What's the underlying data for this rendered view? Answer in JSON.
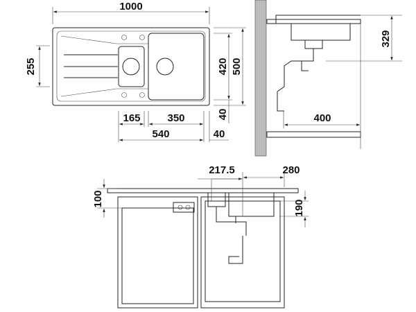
{
  "title": "Sink installation dimensions drawing",
  "top_view": {
    "overall_width": "1000",
    "drainer_bowl_height": "255",
    "bowl_depth": "420",
    "overall_depth": "500",
    "small_bowl_width": "165",
    "main_bowl_width": "350",
    "rear_margin": "40",
    "bowls_total_width": "540",
    "side_margin": "40"
  },
  "side_view": {
    "height_dim": "329",
    "wall_distance": "400"
  },
  "front_view": {
    "drain_offset": "217.5",
    "bowl_offset": "280",
    "countertop_offset": "100",
    "bowl_depth": "190"
  }
}
